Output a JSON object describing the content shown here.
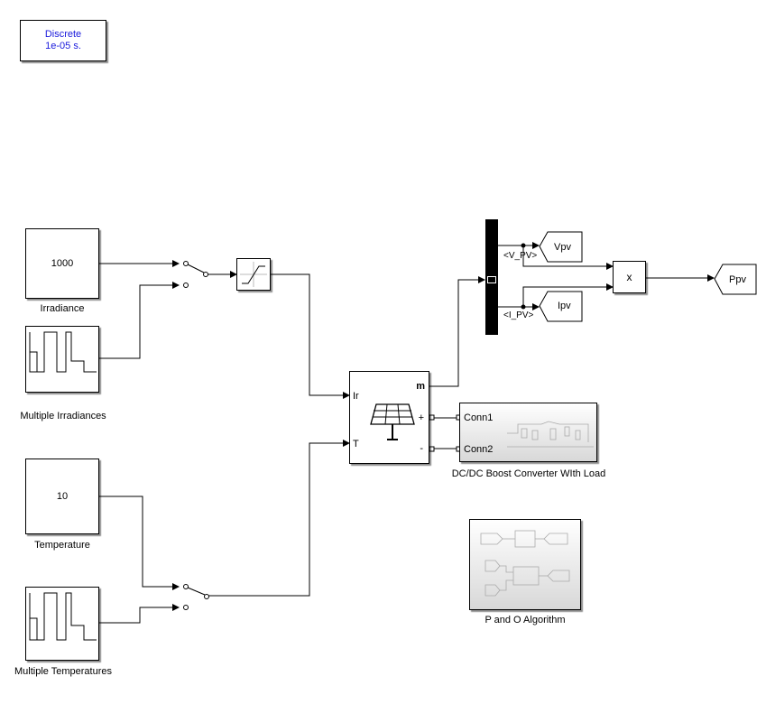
{
  "powergui": {
    "line1": "Discrete",
    "line2": "1e-05 s."
  },
  "irradiance": {
    "value": "1000",
    "label": "Irradiance"
  },
  "multi_irr": {
    "label": "Multiple Irradiances"
  },
  "temperature": {
    "value": "10",
    "label": "Temperature"
  },
  "multi_temp": {
    "label": "Multiple Temperatures"
  },
  "pv_array": {
    "port_ir": "Ir",
    "port_t": "T",
    "port_m": "m",
    "port_plus": "+",
    "port_minus": "-"
  },
  "converter": {
    "label": "DC/DC Boost Converter WIth Load",
    "conn1": "Conn1",
    "conn2": "Conn2"
  },
  "bus": {
    "sig_v": "<V_PV>",
    "sig_i": "<I_PV>"
  },
  "goto_v": {
    "tag": "Vpv"
  },
  "goto_i": {
    "tag": "Ipv"
  },
  "product": {
    "symbol": "x"
  },
  "goto_p": {
    "tag": "Ppv"
  },
  "mppt": {
    "label": "P and O Algorithm"
  }
}
